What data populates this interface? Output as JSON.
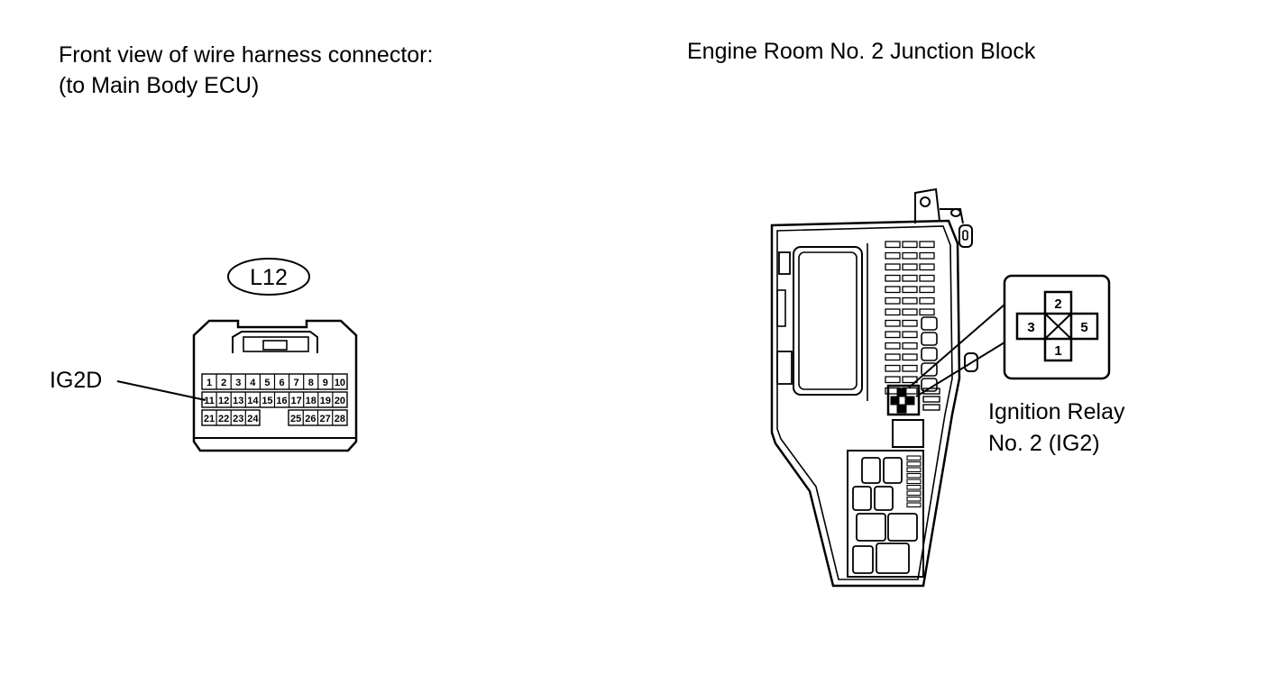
{
  "left_title": {
    "line1": "Front view of wire harness connector:",
    "line2": "(to Main Body ECU)"
  },
  "right_title": "Engine Room No. 2 Junction Block",
  "connector": {
    "code": "L12",
    "pointer_label": "IG2D",
    "pins_row1": [
      "1",
      "2",
      "3",
      "4",
      "5",
      "6",
      "7",
      "8",
      "9",
      "10"
    ],
    "pins_row2": [
      "11",
      "12",
      "13",
      "14",
      "15",
      "16",
      "17",
      "18",
      "19",
      "20"
    ],
    "pins_row3_left": [
      "21",
      "22",
      "23",
      "24"
    ],
    "pins_row3_right": [
      "25",
      "26",
      "27",
      "28"
    ]
  },
  "relay": {
    "label_line1": "Ignition Relay",
    "label_line2": "No. 2 (IG2)",
    "pin_top": "2",
    "pin_left": "3",
    "pin_right": "5",
    "pin_bottom": "1"
  }
}
